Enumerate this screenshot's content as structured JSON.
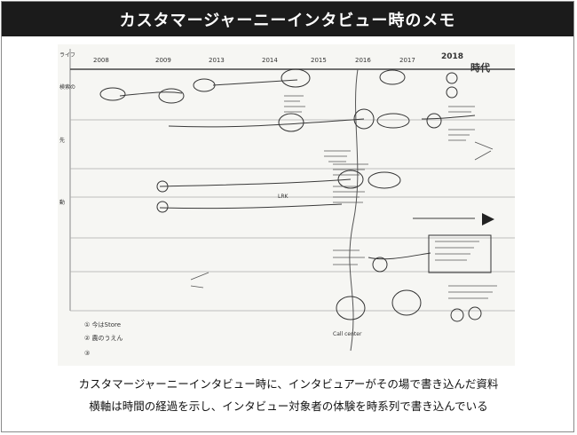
{
  "page": {
    "title": "カスタマージャーニーインタビュー時のメモ"
  },
  "photo": {
    "description_kind": "handwritten-interview-timeline-sheet",
    "handwriting": {
      "header_marks": [
        "2008",
        "2009",
        "2013",
        "2014",
        "2015",
        "2016",
        "2017",
        "2018"
      ],
      "top_right_note": "時代",
      "sidebar_notes": [
        "ライフ",
        "検索の",
        "先",
        "動"
      ],
      "bottom_notes": [
        "① 今はStore",
        "② 農のうえん",
        "③"
      ],
      "mid_note": "LRK",
      "bottom_center_note": "Call center"
    }
  },
  "caption": {
    "line1": "カスタマージャーニーインタビュー時に、インタビュアーがその場で書き込んだ資料",
    "line2": "横軸は時間の経過を示し、インタビュー対象者の体験を時系列で書き込んでいる"
  },
  "colors": {
    "title_bg": "#1b1b1b",
    "title_fg": "#ffffff",
    "paper": "#f7f7f5",
    "ink": "#333333"
  }
}
